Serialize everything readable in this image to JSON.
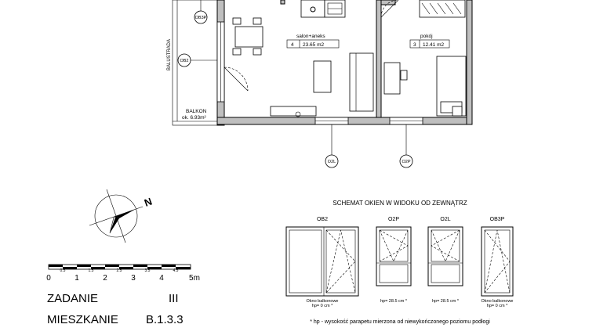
{
  "plan": {
    "balustrade_label": "BALUSTRADA",
    "balcony": {
      "label": "BALKON",
      "area": "ok. 6.93m²"
    },
    "rooms": [
      {
        "name": "salon+aneks",
        "number": "4",
        "area": "23.65 m2"
      },
      {
        "name": "pokój",
        "number": "3",
        "area": "12.41 m2"
      }
    ],
    "window_tags": {
      "ob3p": "OB3P",
      "ob2": "OB2",
      "o2l": "O2L",
      "o2p": "O2P"
    }
  },
  "compass": {
    "north_label": "N"
  },
  "scale_bar": {
    "minor_labels": [
      "0.5",
      "1.5",
      "2.5",
      "3.5",
      "4.5"
    ],
    "major_labels": [
      "0",
      "1",
      "2",
      "3",
      "4",
      "5m"
    ]
  },
  "info": {
    "rows": [
      {
        "label": "ZADANIE",
        "value": "III"
      },
      {
        "label": "MIESZKANIE",
        "value": "B.1.3.3"
      }
    ]
  },
  "schema": {
    "title": "SCHEMAT OKIEN W WIDOKU OD ZEWNĄTRZ",
    "windows": [
      {
        "code": "OB2",
        "note_line1": "Okno balkonowe",
        "note_line2": "hp= 0 cm *"
      },
      {
        "code": "O2P",
        "note_line1": "hp= 28.5 cm *",
        "note_line2": ""
      },
      {
        "code": "O2L",
        "note_line1": "hp= 28.5 cm *",
        "note_line2": ""
      },
      {
        "code": "OB3P",
        "note_line1": "Okno balkonowe",
        "note_line2": "hp= 0 cm *"
      }
    ],
    "footnote": "* hp - wysokość parapetu mierzona od niewykończonego poziomu podłogi"
  }
}
